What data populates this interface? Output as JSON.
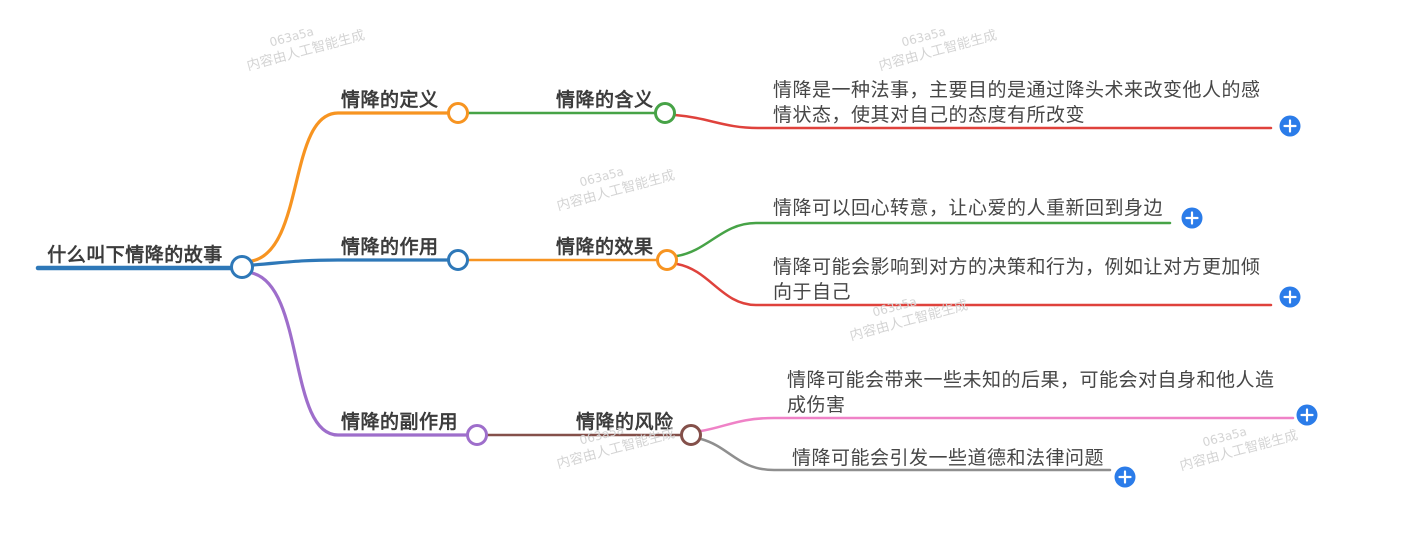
{
  "colors": {
    "blue": "#2e78b8",
    "orange": "#f79421",
    "green": "#47a347",
    "red": "#df423c",
    "purple": "#9e6ecb",
    "brown": "#84504a",
    "pink": "#ef82c7",
    "gray": "#8f8f8f",
    "plus_blue": "#2b7ce9",
    "label_text": "#3c3c3c",
    "leaf_text": "#464646"
  },
  "root": {
    "label": "什么叫下情降的故事"
  },
  "branches": [
    {
      "label": "情降的定义",
      "sub": {
        "label": "情降的含义"
      },
      "leaves": [
        {
          "lines": [
            "情降是一种法事，主要目的是通过降头术来改变他人的感",
            "情状态，使其对自己的态度有所改变"
          ]
        }
      ]
    },
    {
      "label": "情降的作用",
      "sub": {
        "label": "情降的效果"
      },
      "leaves": [
        {
          "lines": [
            "情降可以回心转意，让心爱的人重新回到身边"
          ]
        },
        {
          "lines": [
            "情降可能会影响到对方的决策和行为，例如让对方更加倾",
            "向于自己"
          ]
        }
      ]
    },
    {
      "label": "情降的副作用",
      "sub": {
        "label": "情降的风险"
      },
      "leaves": [
        {
          "lines": [
            "情降可能会带来一些未知的后果，可能会对自身和他人造",
            "成伤害"
          ]
        },
        {
          "lines": [
            "情降可能会引发一些道德和法律问题"
          ]
        }
      ]
    }
  ],
  "watermark": {
    "code": "063a5a",
    "text": "内容由人工智能生成"
  }
}
